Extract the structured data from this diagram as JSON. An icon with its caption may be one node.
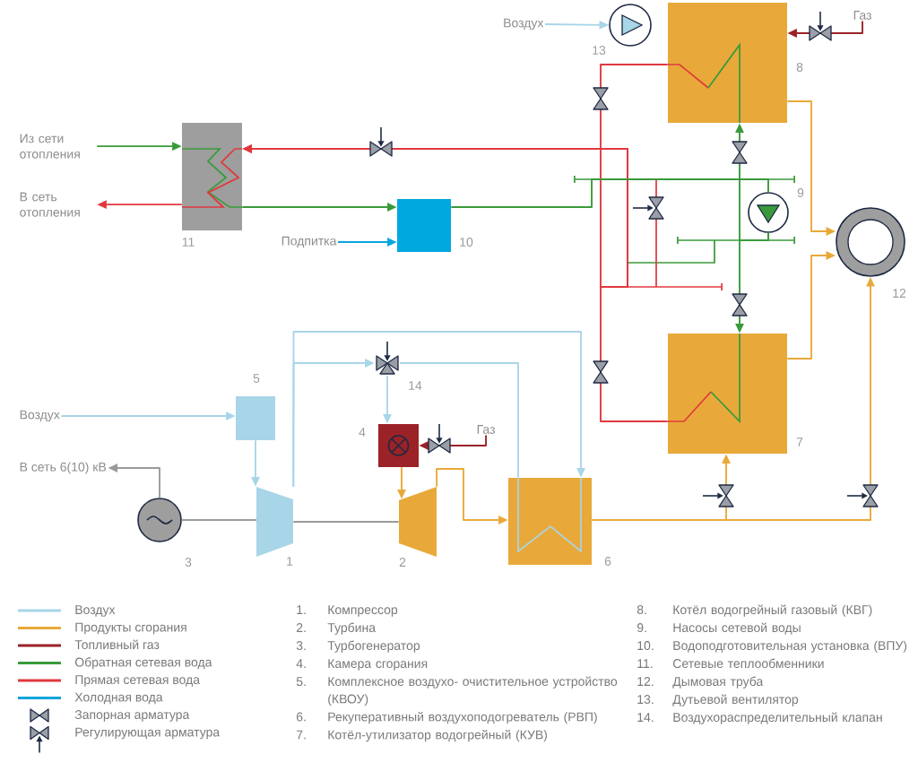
{
  "diagram": {
    "nodes": [
      {
        "text": [
          "Из сети отопления"
        ]
      },
      {
        "text": [
          "В сеть отопления"
        ]
      },
      {
        "text": [],
        "shape": "box",
        "beside": [
          "11"
        ]
      },
      {
        "text": [
          "Подпитка"
        ]
      },
      {
        "text": [],
        "shape": "box",
        "beside": [
          "10"
        ]
      },
      {
        "text": [
          "Воздух"
        ]
      },
      {
        "text": [],
        "shape": "circle",
        "beside": [
          "13"
        ]
      },
      {
        "text": [],
        "shape": "box",
        "beside": [
          "8"
        ]
      },
      {
        "text": [
          "Газ"
        ]
      },
      {
        "text": [],
        "shape": "circle",
        "beside": [
          "9"
        ]
      },
      {
        "text": [],
        "shape": "circle",
        "beside": [
          "12"
        ]
      },
      {
        "text": [
          "Воздух"
        ]
      },
      {
        "text": [],
        "shape": "box",
        "beside": [
          "5"
        ]
      },
      {
        "text": [
          "В сеть 6(10) кВ"
        ]
      },
      {
        "text": [],
        "shape": "circle",
        "beside": [
          "3"
        ]
      },
      {
        "text": [],
        "shape": "trapezoid",
        "beside": [
          "1"
        ]
      },
      {
        "text": [],
        "shape": "valve",
        "beside": [
          "14"
        ]
      },
      {
        "text": [],
        "shape": "box",
        "beside": [
          "4"
        ]
      },
      {
        "text": [
          "Газ"
        ]
      },
      {
        "text": [],
        "shape": "trapezoid",
        "beside": [
          "2"
        ]
      },
      {
        "text": [],
        "shape": "box",
        "beside": [
          "6"
        ]
      },
      {
        "text": [],
        "shape": "box",
        "beside": [
          "7"
        ]
      }
    ],
    "edges": [
      {
        "from": 0,
        "to": 2,
        "arrow": "to",
        "color": "#3a9a3a"
      },
      {
        "from": 2,
        "to": 1,
        "arrow": "to",
        "color": "#e0383e"
      },
      {
        "from": 7,
        "to": 2,
        "arrow": "to",
        "color": "#e0383e"
      },
      {
        "from": 21,
        "to": 2,
        "arrow": "to",
        "color": "#e0383e"
      },
      {
        "from": 2,
        "to": 4,
        "arrow": "to",
        "color": "#3a9a3a"
      },
      {
        "from": 3,
        "to": 4,
        "arrow": "to",
        "color": "#0aa5dc"
      },
      {
        "from": 4,
        "to": 9,
        "arrow": "none",
        "color": "#3a9a3a"
      },
      {
        "from": 9,
        "to": 7,
        "arrow": "to",
        "color": "#3a9a3a"
      },
      {
        "from": 9,
        "to": 21,
        "arrow": "to",
        "color": "#3a9a3a"
      },
      {
        "from": 11,
        "to": 12,
        "arrow": "to"
      },
      {
        "from": 12,
        "to": 15,
        "arrow": "to"
      },
      {
        "from": 15,
        "to": 16,
        "arrow": "to"
      },
      {
        "from": 15,
        "to": 20,
        "arrow": "to"
      },
      {
        "from": 16,
        "to": 17,
        "arrow": "to"
      },
      {
        "from": 20,
        "to": 16,
        "arrow": "none"
      },
      {
        "from": 18,
        "to": 17,
        "arrow": "to",
        "color": "#9b2226"
      },
      {
        "from": 17,
        "to": 19,
        "arrow": "to",
        "color": "#e8a93a"
      },
      {
        "from": 19,
        "to": 20,
        "arrow": "to",
        "color": "#e8a93a"
      },
      {
        "from": 20,
        "to": 21,
        "arrow": "to",
        "color": "#e8a93a"
      },
      {
        "from": 20,
        "to": 10,
        "arrow": "to",
        "color": "#e8a93a"
      },
      {
        "from": 21,
        "to": 10,
        "arrow": "to",
        "color": "#e8a93a"
      },
      {
        "from": 7,
        "to": 10,
        "arrow": "to",
        "color": "#e8a93a"
      },
      {
        "from": 14,
        "to": 13,
        "arrow": "to",
        "color": "#9a9a9a"
      },
      {
        "from": 14,
        "to": 15,
        "arrow": "none",
        "color": "#9a9a9a"
      },
      {
        "from": 15,
        "to": 19,
        "arrow": "none",
        "color": "#9a9a9a"
      },
      {
        "from": 5,
        "to": 6,
        "arrow": "to"
      },
      {
        "from": 8,
        "to": 7,
        "arrow": "to",
        "color": "#9b2226"
      }
    ],
    "labels": [
      "1.",
      "Компрессор",
      "2.",
      "Турбина",
      "3.",
      "Турбогенератор",
      "4.",
      "Камера сгорания",
      "5.",
      "Комплексное воздухо- очистительное устройство (КВОУ)",
      "6.",
      "Рекуперативный воздухоподогреватель (РВП)",
      "7.",
      "Котёл-утилизатор водогрейный (КУВ)",
      "8.",
      "Котёл водогрейный газовый (КВГ)",
      "9.",
      "Насосы сетевой воды",
      "10.",
      "Водоподготовительная установка (ВПУ)",
      "11.",
      "Сетевые теплообменники",
      "12.",
      "Дымовая труба",
      "13.",
      "Дутьевой вентилятор",
      "14.",
      "Воздухораспределительный клапан"
    ],
    "legend": [
      {
        "text": "Воздух",
        "color": "#a8d5e8"
      },
      {
        "text": "Продукты сгорания",
        "color": "#e8a93a"
      },
      {
        "text": "Топливный газ",
        "color": "#9b2226"
      },
      {
        "text": "Обратная сетевая вода",
        "color": "#3a9a3a"
      },
      {
        "text": "Прямая сетевая вода",
        "color": "#e0383e"
      },
      {
        "text": "Холодная вода",
        "color": "#0aa5dc"
      },
      {
        "text": "Запорная арматура"
      },
      {
        "text": "Регулирующая арматура"
      }
    ]
  }
}
